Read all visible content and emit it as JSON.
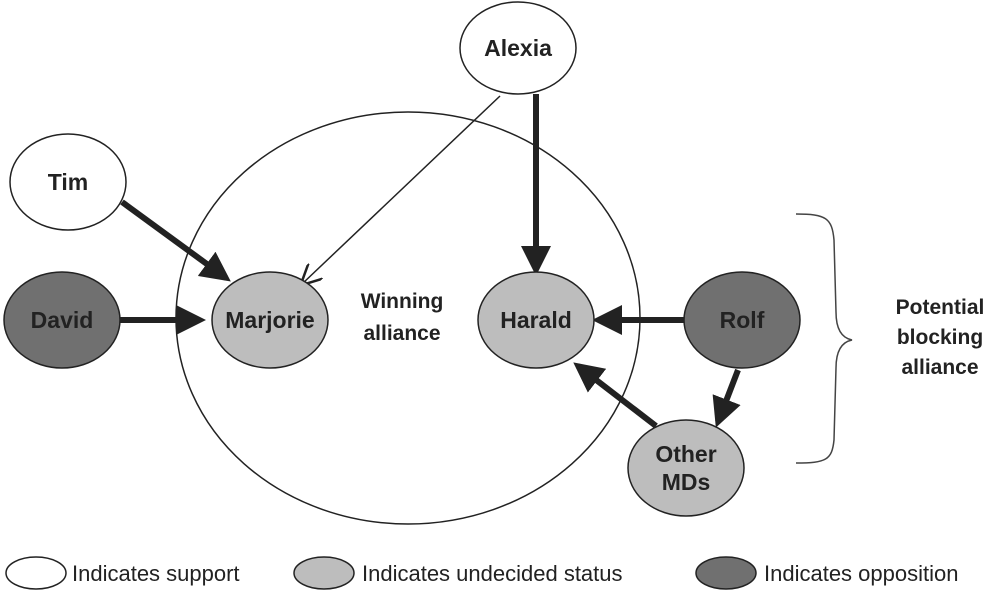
{
  "colors": {
    "support": "#ffffff",
    "undecided": "#bdbdbd",
    "opposition": "#707070",
    "stroke": "#222222"
  },
  "nodes": {
    "alexia": "Alexia",
    "tim": "Tim",
    "david": "David",
    "marjorie": "Marjorie",
    "harald": "Harald",
    "rolf": "Rolf",
    "other_mds": [
      "Other",
      "MDs"
    ]
  },
  "labels": {
    "winning_alliance": [
      "Winning",
      "alliance"
    ],
    "potential_blocking": [
      "Potential",
      "blocking",
      "alliance"
    ]
  },
  "legend": {
    "support": "Indicates support",
    "undecided": "Indicates undecided status",
    "opposition": "Indicates opposition"
  }
}
